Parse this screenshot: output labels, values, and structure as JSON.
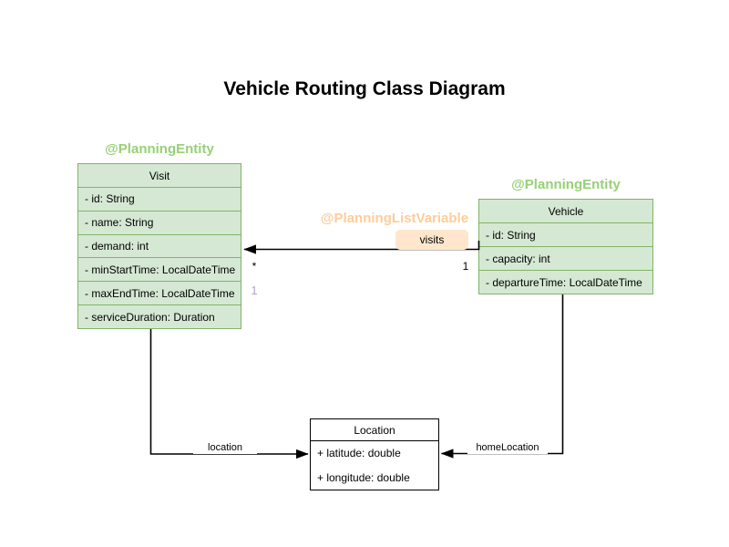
{
  "title": "Vehicle Routing Class Diagram",
  "colors": {
    "class_fill": "#d5e8d4",
    "class_border": "#82b366",
    "entity_annotation_text": "#97d077",
    "list_variable_annotation_text": "#ffcc99",
    "visits_label_fill": "#ffe6cc",
    "shadow_multiplicity_text": "#b5a1d6",
    "edge_stroke": "#000000"
  },
  "classes": {
    "visit": {
      "annotation": "@PlanningEntity",
      "name": "Visit",
      "attributes": [
        "- id: String",
        "- name: String",
        "- demand: int",
        "- minStartTime: LocalDateTime",
        "- maxEndTime: LocalDateTime",
        "- serviceDuration: Duration"
      ]
    },
    "vehicle": {
      "annotation": "@PlanningEntity",
      "name": "Vehicle",
      "attributes": [
        "- id: String",
        "- capacity: int",
        "- departureTime: LocalDateTime"
      ]
    },
    "location": {
      "name": "Location",
      "attributes": [
        "+ latitude: double",
        "+ longitude: double"
      ]
    }
  },
  "edges": {
    "visits": {
      "annotation": "@PlanningListVariable",
      "label": "visits",
      "source_multiplicity": "1",
      "target_multiplicity": "*",
      "shadow_multiplicity": "1"
    },
    "location": {
      "label": "location"
    },
    "homeLocation": {
      "label": "homeLocation"
    }
  }
}
